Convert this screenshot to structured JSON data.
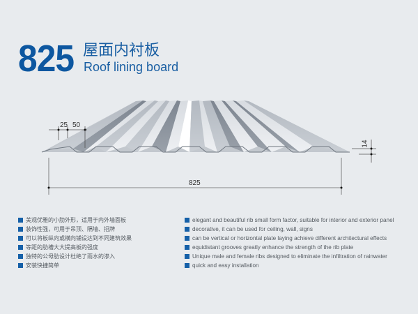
{
  "header": {
    "model_number": "825",
    "title_cn": "屋面内衬板",
    "title_en": "Roof lining board"
  },
  "drawing": {
    "dimensions": {
      "rib_top_width": "25",
      "rib_pitch": "50",
      "rib_height": "14",
      "effective_width": "825"
    },
    "panel_color": "#b9bfc6"
  },
  "features_cn": [
    "美观优雅的小肋外形，适用于内外墙面板",
    "装饰性强，可用于吊顶、隔墙、招牌",
    "可以将板纵向或横向铺设达到不同建筑效果",
    "等距的肋槽大大提高板的强度",
    "独特的公母肋设计杜绝了雨水的渗入",
    "安装快捷简单"
  ],
  "features_en": [
    "elegant and beautiful rib small form factor, suitable for interior and exterior panel",
    "decorative, it can be used for ceiling, wall, signs",
    "can be vertical or horizontal plate laying achieve different architectural effects",
    "equidistant grooves greatly enhance the strength of the rib plate",
    "Unique male and female ribs designed to eliminate the infiltration of rainwater",
    "quick and easy installation"
  ],
  "colors": {
    "brand_blue": "#0d57a0",
    "bullet_blue": "#1560a8",
    "background": "#e8ebee",
    "body_text": "#555b61"
  }
}
